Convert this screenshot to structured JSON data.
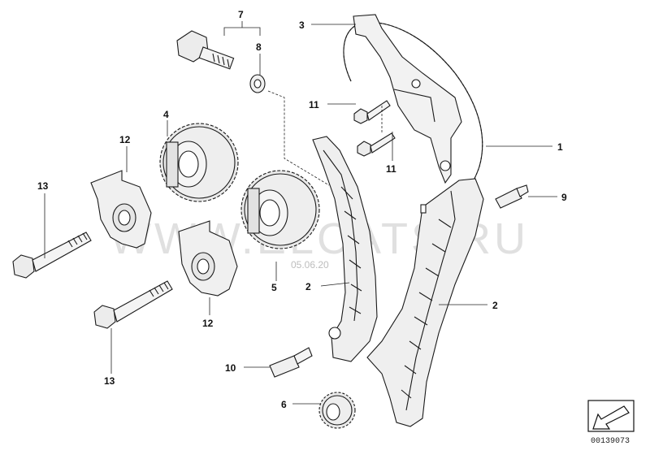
{
  "diagram": {
    "callouts": [
      {
        "id": "1",
        "text": "1"
      },
      {
        "id": "2a",
        "text": "2"
      },
      {
        "id": "2b",
        "text": "2"
      },
      {
        "id": "3",
        "text": "3"
      },
      {
        "id": "4",
        "text": "4"
      },
      {
        "id": "5",
        "text": "5"
      },
      {
        "id": "6",
        "text": "6"
      },
      {
        "id": "7",
        "text": "7"
      },
      {
        "id": "8",
        "text": "8"
      },
      {
        "id": "9",
        "text": "9"
      },
      {
        "id": "10",
        "text": "10"
      },
      {
        "id": "11a",
        "text": "11"
      },
      {
        "id": "11b",
        "text": "11"
      },
      {
        "id": "12a",
        "text": "12"
      },
      {
        "id": "12b",
        "text": "12"
      },
      {
        "id": "13a",
        "text": "13"
      },
      {
        "id": "13b",
        "text": "13"
      }
    ],
    "watermark": "WWW.ELCATS.RU",
    "watermark_date": "05.06.20",
    "drawing_number": "00139073",
    "nav_icon": "arrow-down-left-icon"
  }
}
